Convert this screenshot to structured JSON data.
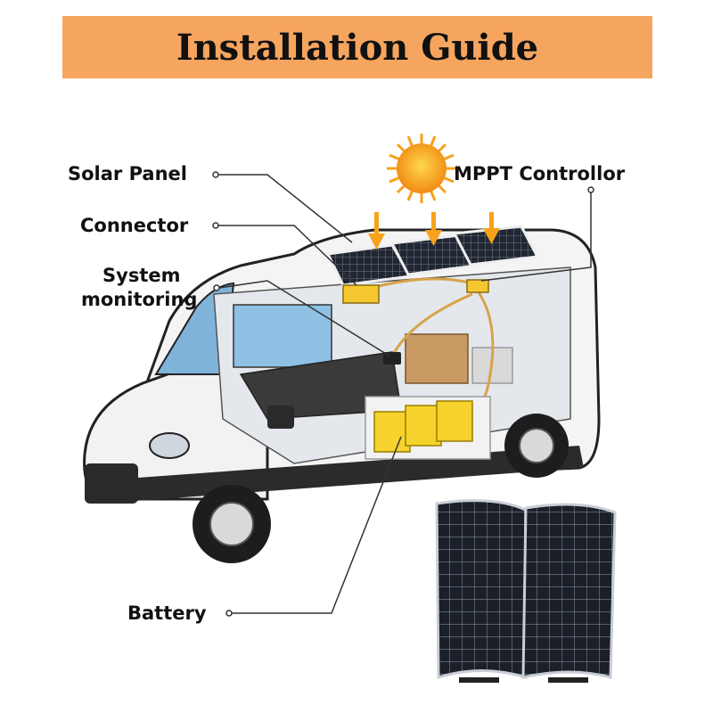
{
  "title": "Installation Guide",
  "labels": {
    "solar_panel": "Solar Panel",
    "mppt_controller": "MPPT Controllor",
    "connector": "Connector",
    "system_monitoring_line1": "System",
    "system_monitoring_line2": "monitoring",
    "battery": "Battery"
  },
  "colors": {
    "banner": "#f6a55f",
    "sun": "#f7a21a",
    "battery": "#f5d32c",
    "panel": "#151a22"
  }
}
